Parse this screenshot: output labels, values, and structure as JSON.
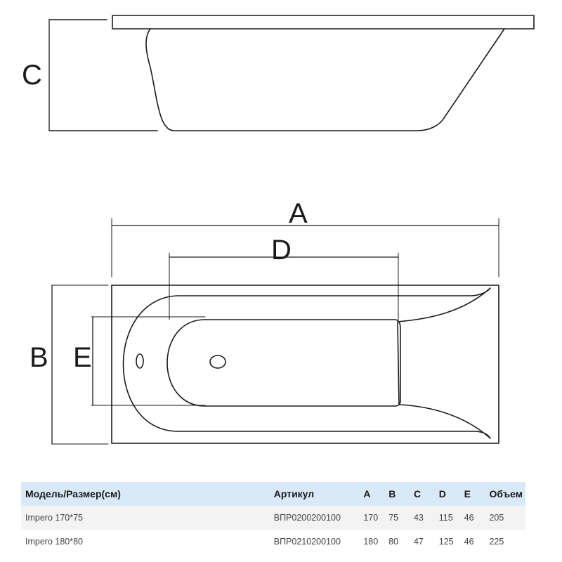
{
  "dimensions": {
    "a_label": "A",
    "b_label": "B",
    "c_label": "C",
    "d_label": "D",
    "e_label": "E"
  },
  "table": {
    "headers": {
      "model": "Модель/Размер(см)",
      "article": "Артикул",
      "a": "A",
      "b": "B",
      "c": "C",
      "d": "D",
      "e": "E",
      "volume": "Объем"
    },
    "rows": [
      {
        "model": "Impero 170*75",
        "article": "ВПР0200200100",
        "a": "170",
        "b": "75",
        "c": "43",
        "d": "115",
        "e": "46",
        "volume": "205"
      },
      {
        "model": "Impero 180*80",
        "article": "ВПР0210200100",
        "a": "180",
        "b": "80",
        "c": "47",
        "d": "125",
        "e": "46",
        "volume": "225"
      }
    ]
  }
}
